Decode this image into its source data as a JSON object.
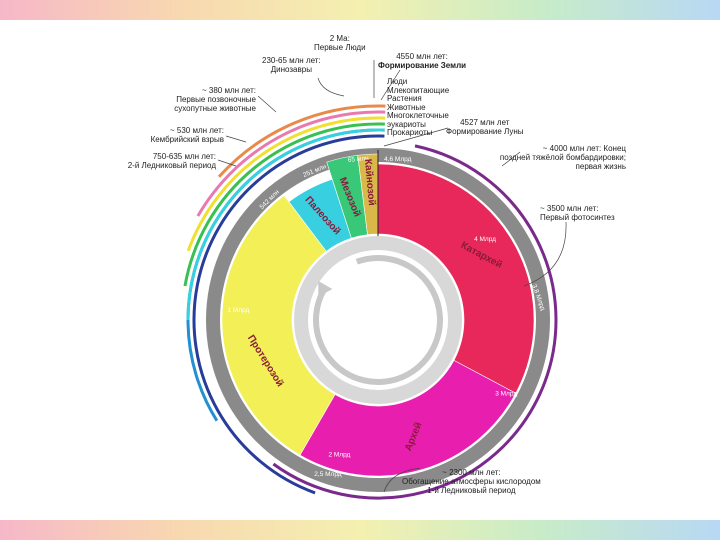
{
  "colors": {
    "katarhei": "#e8285a",
    "archei": "#e81fae",
    "proterozoi": "#f2f056",
    "paleozoi": "#38d0e0",
    "mezozoi": "#38c878",
    "kainozoi": "#d8b848",
    "outer_ring": "#8a8a8a"
  },
  "eras": [
    {
      "label": "Катархей"
    },
    {
      "label": "Архей"
    },
    {
      "label": "Протерозой"
    },
    {
      "label": "Палеозой"
    },
    {
      "label": "Мезозой"
    },
    {
      "label": "Кайнозой"
    }
  ],
  "ticks": [
    {
      "label": "4,6 Млрд"
    },
    {
      "label": "4 Млрд"
    },
    {
      "label": "3,8 Млрд"
    },
    {
      "label": "3 Млрд"
    },
    {
      "label": "2,5 Млрд"
    },
    {
      "label": "2 Млрд"
    },
    {
      "label": "1 Млрд"
    },
    {
      "label": "542 млн"
    },
    {
      "label": "251 млн"
    },
    {
      "label": "65 млн"
    }
  ],
  "annotations": {
    "humans_top": [
      "2 Ма:",
      "Первые Люди"
    ],
    "earth": [
      "4550 млн лет:",
      "Формирование Земли"
    ],
    "dinosaurs": [
      "230-65 млн лет:",
      "Динозавры"
    ],
    "vertebrates": [
      "~ 380 млн лет:",
      "Первые позвоночные",
      "сухопутные животные"
    ],
    "cambrian": [
      "~ 530 млн лет:",
      "Кембрийский взрыв"
    ],
    "glacial2": [
      "750-635 млн лет:",
      "2-й Ледниковый период"
    ],
    "legend_list": [
      "Люди",
      "Млекопитающие",
      "Растения",
      "Животные",
      "Многоклеточные",
      "эукариоты",
      "Прокариоты"
    ],
    "moon": [
      "4527 млн лет",
      "Формирование Луны"
    ],
    "bombardment": [
      "~ 4000 млн лет: Конец",
      "поздней тяжёлой бомбардировки;",
      "первая жизнь"
    ],
    "photosynthesis": [
      "~ 3500 млн лет:",
      "Первый фотосинтез"
    ],
    "oxygen": [
      "~ 2300 млн лет:",
      "Обогащение атмосферы кислородом",
      "1-й Ледниковый период"
    ]
  }
}
